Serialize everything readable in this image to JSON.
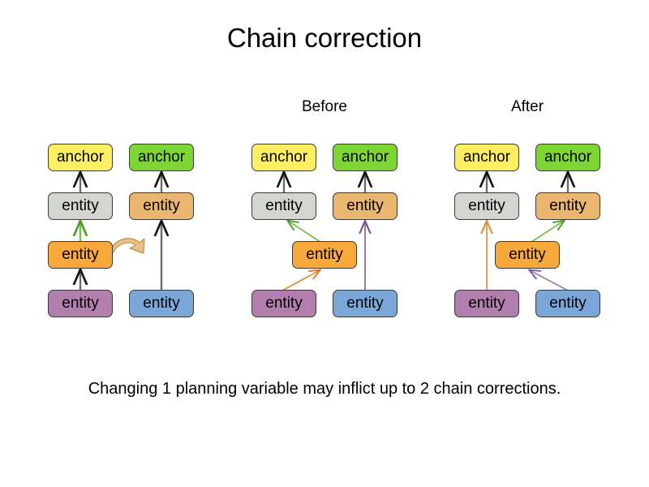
{
  "slide": {
    "title": "Chain correction",
    "caption": "Changing 1 planning variable may inflict up to 2 chain corrections.",
    "background_color": "#ffffff"
  },
  "labels": {
    "before": "Before",
    "after": "After"
  },
  "node_text": {
    "anchor": "anchor",
    "entity": "entity"
  },
  "colors": {
    "anchor_yellow": "#fdee62",
    "anchor_green": "#7ed634",
    "entity_grey": "#d3d5cf",
    "entity_tan": "#e9b56f",
    "entity_orange": "#f9a83c",
    "entity_purple": "#b07fae",
    "entity_blue": "#7aa7d8",
    "edge_grey": "#6b6b6b",
    "edge_green": "#73c143",
    "edge_orange": "#e08a2e",
    "edge_purple": "#9d7ab0",
    "edge_light_orange": "#ea9e55",
    "move_arrow": "#dcae62",
    "node_border": "#3a3a3a"
  },
  "panels": [
    {
      "id": "panel-initial",
      "label": "",
      "nodes": [
        {
          "name": "anchor-yellow",
          "text": "anchor",
          "color": "#fdee62"
        },
        {
          "name": "anchor-green",
          "text": "anchor",
          "color": "#7ed634"
        },
        {
          "name": "entity-grey",
          "text": "entity",
          "color": "#d3d5cf"
        },
        {
          "name": "entity-tan",
          "text": "entity",
          "color": "#e9b56f"
        },
        {
          "name": "entity-orange",
          "text": "entity",
          "color": "#f9a83c"
        },
        {
          "name": "entity-purple",
          "text": "entity",
          "color": "#b07fae"
        },
        {
          "name": "entity-blue",
          "text": "entity",
          "color": "#7aa7d8"
        }
      ],
      "edges": [
        {
          "from": "entity-grey",
          "to": "anchor-yellow",
          "color": "#6b6b6b"
        },
        {
          "from": "entity-tan",
          "to": "anchor-green",
          "color": "#6b6b6b"
        },
        {
          "from": "entity-orange",
          "to": "entity-grey",
          "color": "#73c143"
        },
        {
          "from": "entity-purple",
          "to": "entity-orange",
          "color": "#6b6b6b"
        },
        {
          "from": "entity-blue",
          "to": "entity-tan",
          "color": "#6b6b6b"
        }
      ],
      "move_arrow": "curved-move-arrow"
    },
    {
      "id": "panel-before",
      "label": "Before",
      "nodes": [
        {
          "name": "anchor-yellow",
          "text": "anchor",
          "color": "#fdee62"
        },
        {
          "name": "anchor-green",
          "text": "anchor",
          "color": "#7ed634"
        },
        {
          "name": "entity-grey",
          "text": "entity",
          "color": "#d3d5cf"
        },
        {
          "name": "entity-tan",
          "text": "entity",
          "color": "#e9b56f"
        },
        {
          "name": "entity-orange",
          "text": "entity",
          "color": "#f9a83c"
        },
        {
          "name": "entity-purple",
          "text": "entity",
          "color": "#b07fae"
        },
        {
          "name": "entity-blue",
          "text": "entity",
          "color": "#7aa7d8"
        }
      ],
      "edges": [
        {
          "from": "entity-grey",
          "to": "anchor-yellow",
          "color": "#6b6b6b"
        },
        {
          "from": "entity-tan",
          "to": "anchor-green",
          "color": "#6b6b6b"
        },
        {
          "from": "entity-orange",
          "to": "entity-grey",
          "color": "#73c143"
        },
        {
          "from": "entity-purple",
          "to": "entity-orange",
          "color": "#e08a2e"
        },
        {
          "from": "entity-blue",
          "to": "entity-tan",
          "color": "#9d7ab0"
        }
      ]
    },
    {
      "id": "panel-after",
      "label": "After",
      "nodes": [
        {
          "name": "anchor-yellow",
          "text": "anchor",
          "color": "#fdee62"
        },
        {
          "name": "anchor-green",
          "text": "anchor",
          "color": "#7ed634"
        },
        {
          "name": "entity-grey",
          "text": "entity",
          "color": "#d3d5cf"
        },
        {
          "name": "entity-tan",
          "text": "entity",
          "color": "#e9b56f"
        },
        {
          "name": "entity-orange",
          "text": "entity",
          "color": "#f9a83c"
        },
        {
          "name": "entity-purple",
          "text": "entity",
          "color": "#b07fae"
        },
        {
          "name": "entity-blue",
          "text": "entity",
          "color": "#7aa7d8"
        }
      ],
      "edges": [
        {
          "from": "entity-grey",
          "to": "anchor-yellow",
          "color": "#6b6b6b"
        },
        {
          "from": "entity-tan",
          "to": "anchor-green",
          "color": "#6b6b6b"
        },
        {
          "from": "entity-purple",
          "to": "entity-grey",
          "color": "#ea9e55"
        },
        {
          "from": "entity-orange",
          "to": "entity-tan",
          "color": "#73c143"
        },
        {
          "from": "entity-blue",
          "to": "entity-orange",
          "color": "#9d7ab0"
        }
      ]
    }
  ]
}
